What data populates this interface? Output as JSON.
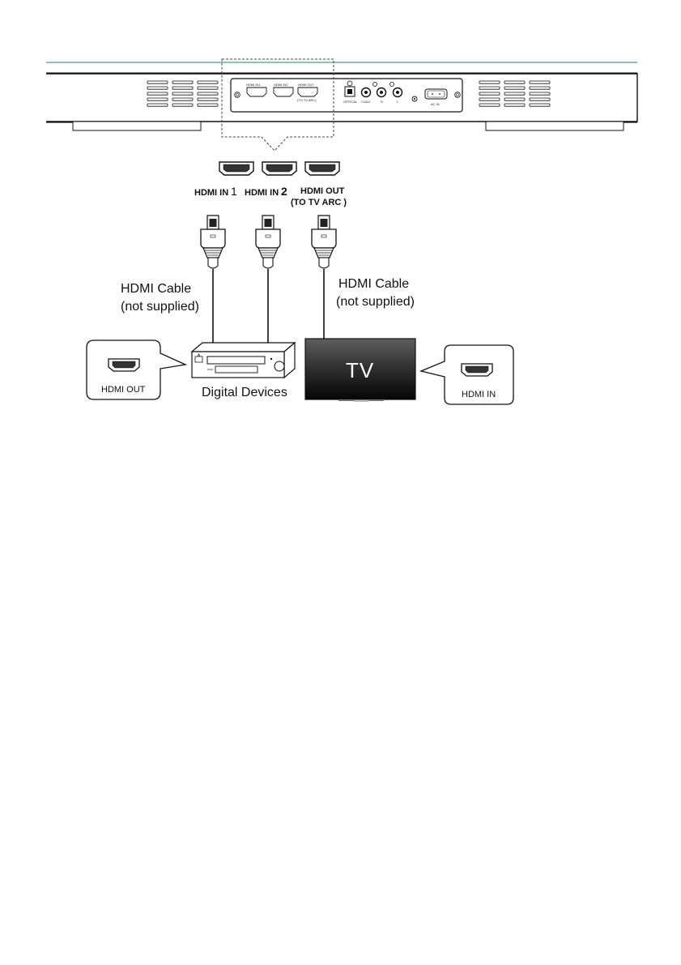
{
  "panel": {
    "ports": {
      "hdmi_in1": "HDMI IN1",
      "hdmi_in2": "HDMI IN2",
      "hdmi_out": "HDMI OUT",
      "hdmi_out_sub": "(TO TV ARC)",
      "optical": "OPTICAL",
      "coax": "COAX",
      "r": "R",
      "l": "L",
      "ac_in": "AC IN"
    }
  },
  "callout_ports": {
    "in1_main": "HDMI IN",
    "in1_num": "1",
    "in2_main": "HDMI IN",
    "in2_num": "2",
    "out_line1": "HDMI OUT",
    "out_line2": "(TO TV ARC )"
  },
  "cables": {
    "left_label_line1": "HDMI Cable",
    "left_label_line2": "(not supplied)",
    "right_label_line1": "HDMI Cable",
    "right_label_line2": "(not supplied)"
  },
  "devices": {
    "digital_devices_label": "Digital Devices",
    "tv_label": "TV"
  },
  "callouts": {
    "left_port_label": "HDMI OUT",
    "right_port_label": "HDMI IN"
  },
  "colors": {
    "accent_line": "#3aa38a",
    "tv_screen_top": "#5a5a5a",
    "tv_screen_bottom": "#0a0a0a",
    "line": "#111111"
  },
  "icons": [
    "hdmi-port-icon",
    "hdmi-plug-icon",
    "optical-port-icon",
    "rca-jack-icon",
    "ac-inlet-icon",
    "vent-grille-icon"
  ]
}
